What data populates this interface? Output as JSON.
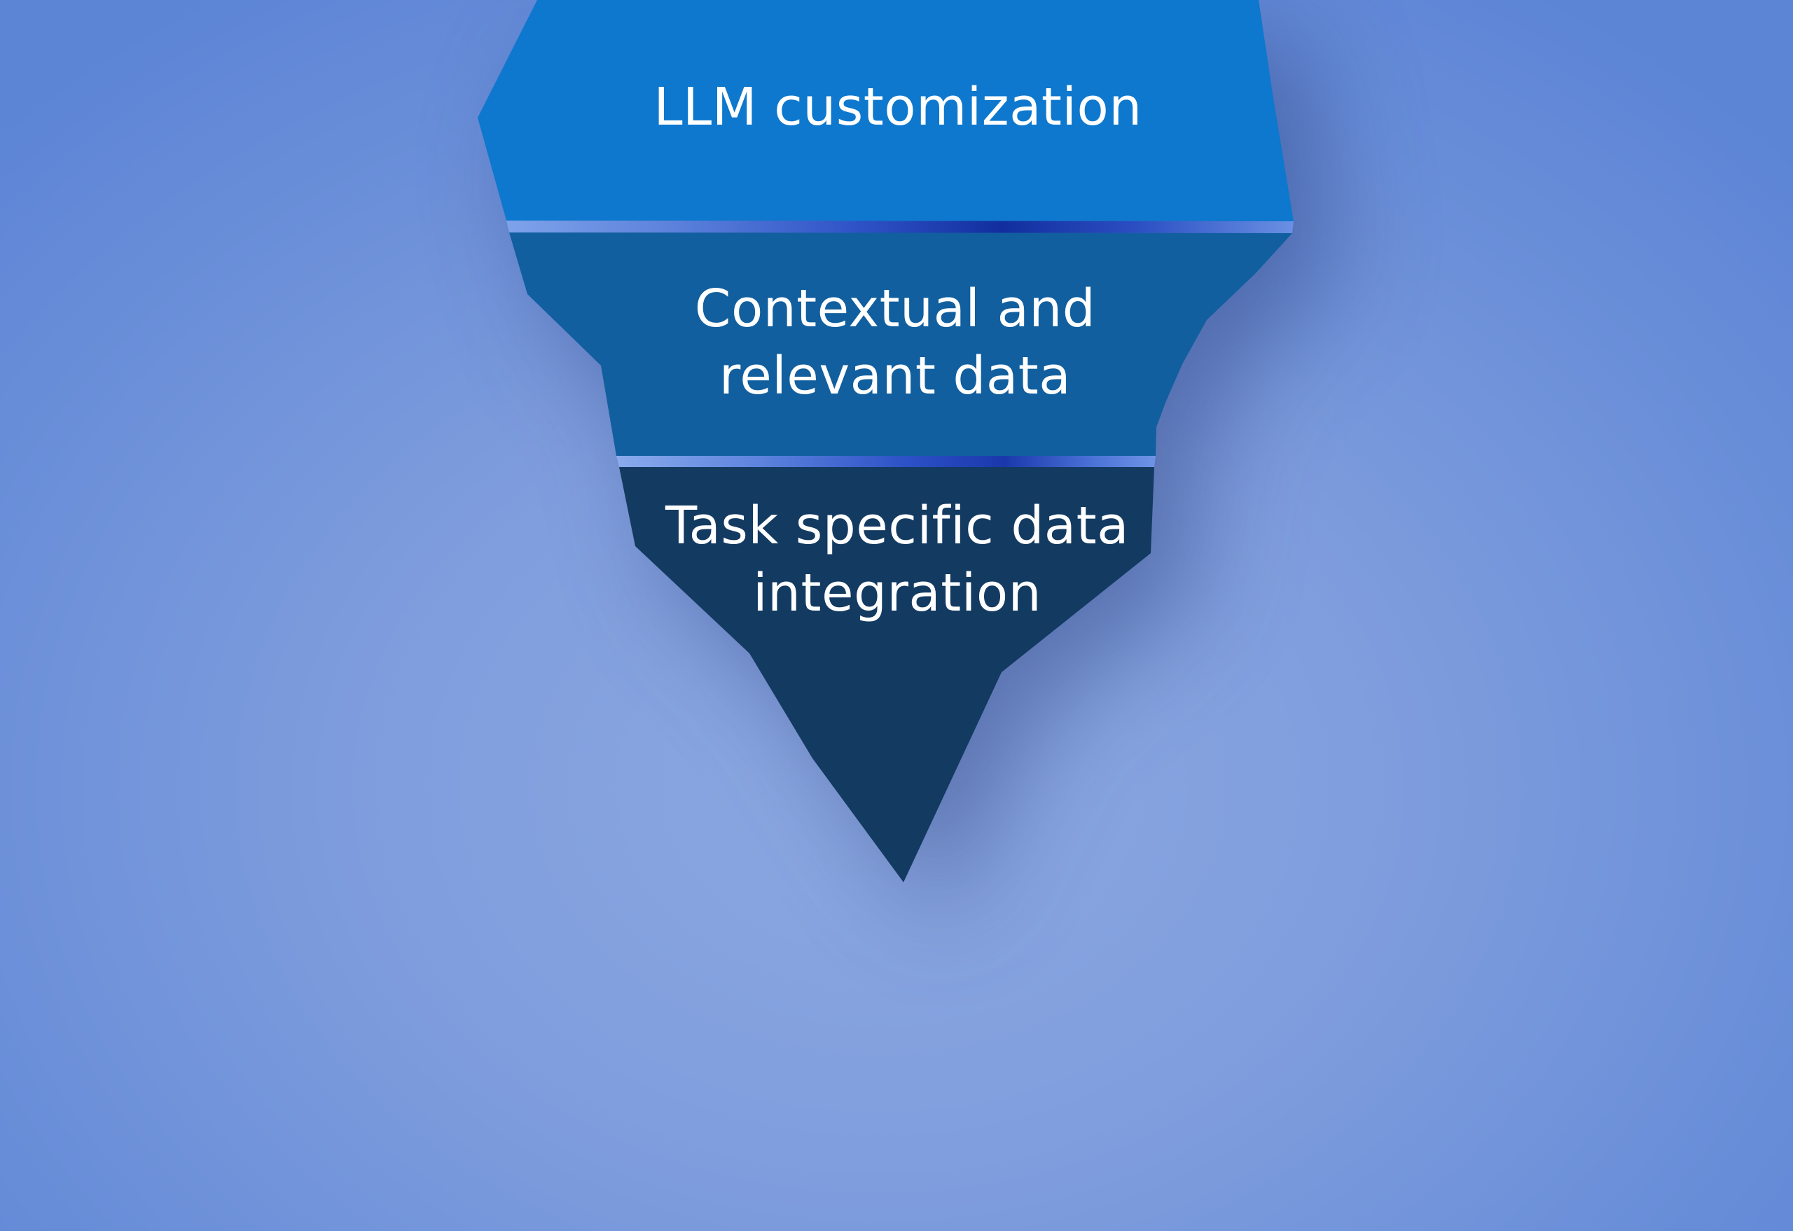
{
  "diagram": {
    "type": "inverted-funnel",
    "segments": [
      {
        "label": "LLM customization",
        "lines": [
          "LLM customization"
        ],
        "color": "#0D78CD",
        "text_color": "#FFFFFF"
      },
      {
        "label": "Contextual and relevant data",
        "lines": [
          "Contextual and",
          "relevant data"
        ],
        "color": "#115F9E",
        "text_color": "#FFFFFF"
      },
      {
        "label": "Task specific data integration",
        "lines": [
          "Task specific data",
          "integration"
        ],
        "color": "#133A61",
        "text_color": "#FFFFFF"
      }
    ],
    "divider1_gradient": [
      "#7FA3EA",
      "#5A80DB",
      "#2E52C6",
      "#122E9E",
      "#2B4EC2",
      "#6A91E4"
    ],
    "divider2_gradient": [
      "#8AABEC",
      "#5F86DF",
      "#2B4FC5",
      "#1A38AC",
      "#4A71D6",
      "#6E94E6"
    ],
    "background": {
      "center": "#8CA8E1",
      "mid": "#7F9DDD",
      "outer": "#6C90D9",
      "edge": "#5D85D6"
    }
  }
}
